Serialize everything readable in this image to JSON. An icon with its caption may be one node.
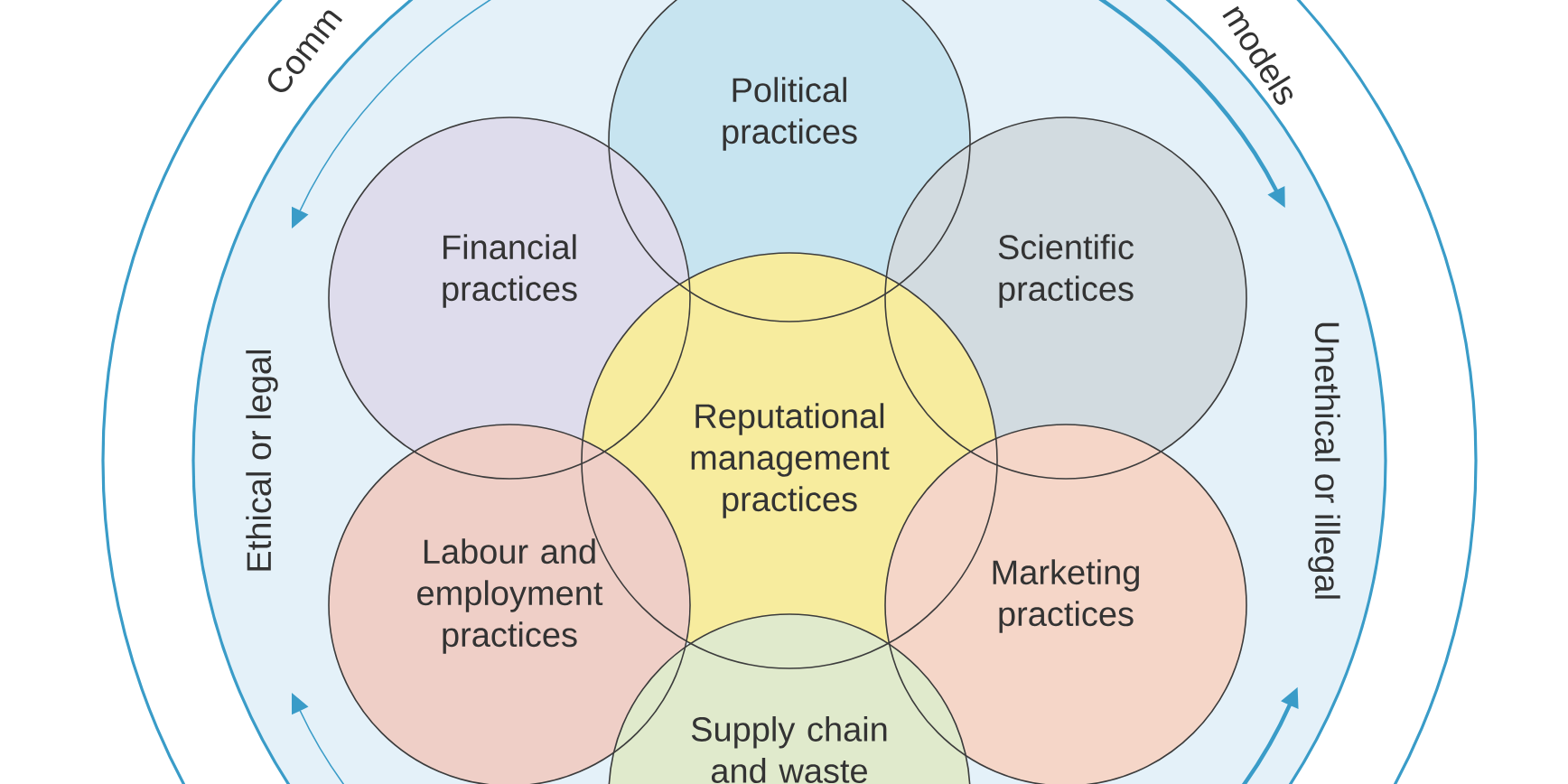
{
  "diagram": {
    "nodes": [
      {
        "text": [
          "Political practices"
        ]
      },
      {
        "text": [
          "Financial practices"
        ]
      },
      {
        "text": [
          "Scientific practices"
        ]
      },
      {
        "text": [
          "Reputational management practices"
        ]
      },
      {
        "text": [
          "Labour and employment practices"
        ]
      },
      {
        "text": [
          "Marketing practices"
        ]
      },
      {
        "text": [
          "Supply chain and waste"
        ]
      }
    ],
    "labels": [
      "Comm",
      "models",
      "Ethical or legal",
      "Unethical or illegal"
    ]
  }
}
